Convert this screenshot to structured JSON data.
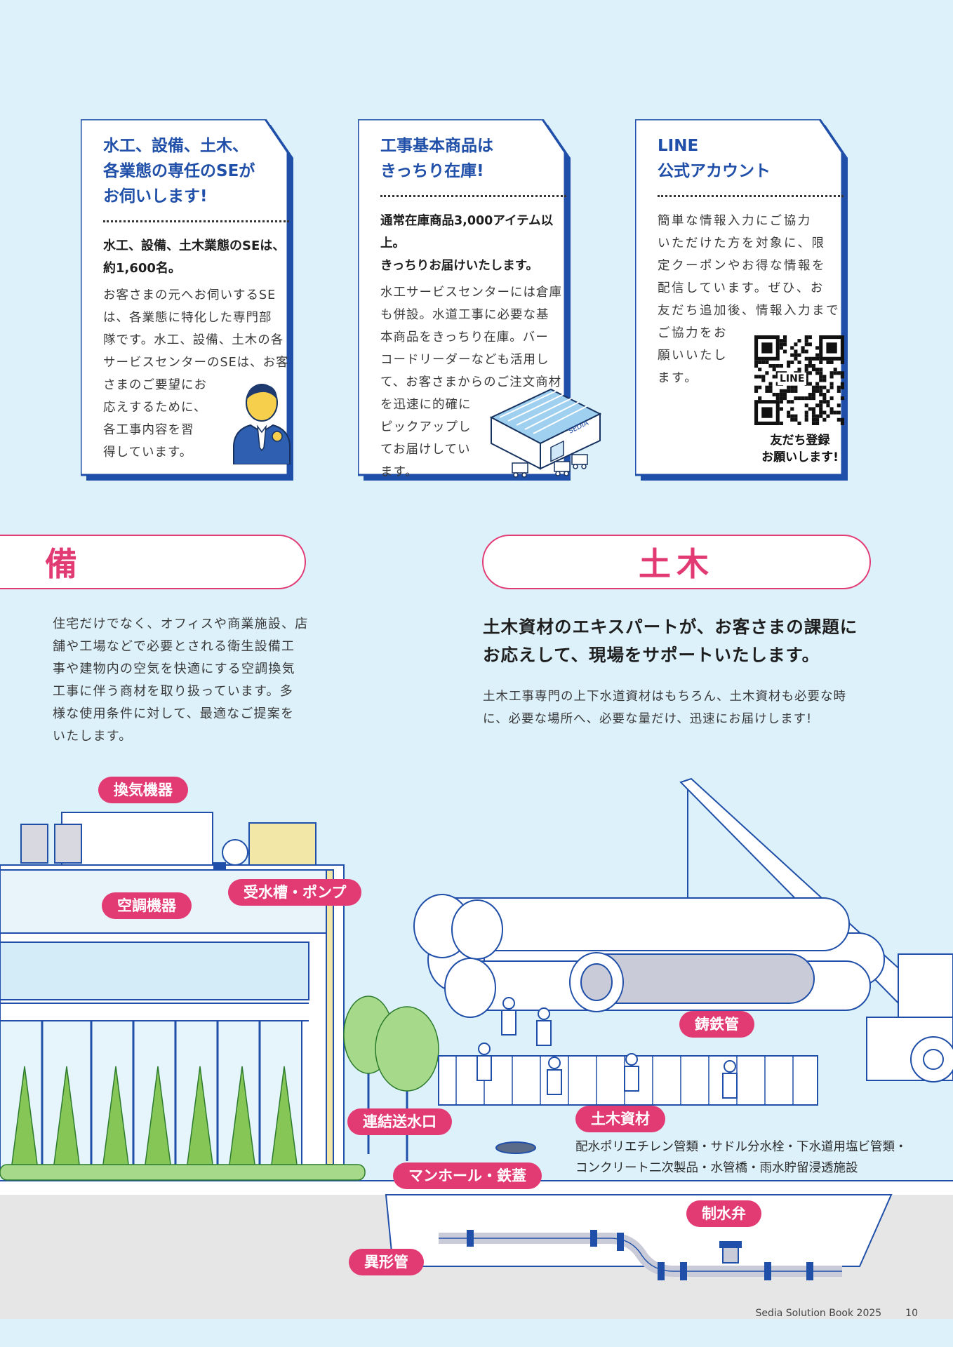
{
  "cards": [
    {
      "title": "水工、設備、土木、\n各業態の専任のSEが\nお伺いします!",
      "lead": "水工、設備、土木業態のSEは、\n約1,600名。",
      "text": "お客さまの元へお伺いするSE\nは、各業態に特化した専門部\n隊です。水工、設備、土木の各\nサービスセンターのSEは、お客\nさまのご要望にお\n応えするために、\n各工事内容を習\n得しています。",
      "illustration": "staff-icon"
    },
    {
      "title": "工事基本商品は\nきっちり在庫!",
      "lead": "通常在庫商品3,000アイテム以上。\nきっちりお届けいたします。",
      "text": "水工サービスセンターには倉庫\nも併設。水道工事に必要な基\n本商品をきっちり在庫。バー\nコードリーダーなども活用し\nて、お客さまからのご注文商材\nを迅速に的確に\nピックアップし\nてお届けしてい\nます。",
      "illustration": "warehouse-icon",
      "warehouse_sign": "SEDIA"
    },
    {
      "title": "LINE\n公式アカウント",
      "text": "簡単な情報入力にご協力\nいただけた方を対象に、限\n定クーポンやお得な情報を\n配信しています。ぜひ、お\n友だち追加後、情報入力まで\nご協力をお\n願いいたし\nます。",
      "qr_label": "LINE",
      "qr_caption": "友だち登録\nお願いします!",
      "illustration": "qr-code-icon"
    }
  ],
  "sections": {
    "setsubi": {
      "heading": "備",
      "text": "住宅だけでなく、オフィスや商業施設、店\n舗や工場などで必要とされる衛生設備工\n事や建物内の空気を快適にする空調換気\n工事に伴う商材を取り扱っています。多\n様な使用条件に対して、最適なご提案を\nいたします。"
    },
    "doboku": {
      "heading": "土木",
      "lead": "土木資材のエキスパートが、お客さまの課題に\nお応えして、現場をサポートいたします。",
      "text": "土木工事専門の上下水道資材はもちろん、土木資材も必要な時\nに、必要な場所へ、必要な量だけ、迅速にお届けします!"
    }
  },
  "tags": {
    "kanki": "換気機器",
    "kucho": "空調機器",
    "jusuiso": "受水槽・ポンプ",
    "renketsu": "連結送水口",
    "manhole": "マンホール・鉄蓋",
    "ikeikan": "異形管",
    "chutetsu": "鋳鉄管",
    "doboku_shizai": "土木資材",
    "seisuiben": "制水弁"
  },
  "doboku_list": "配水ポリエチレン管類・サドル分水栓・下水道用塩ビ管類・\nコンクリート二次製品・水管橋・雨水貯留浸透施設",
  "footer": {
    "book": "Sedia Solution Book 2025",
    "page": "10"
  },
  "colors": {
    "accent": "#e23b73",
    "navy": "#1f4fa8",
    "background": "#ddf1fb",
    "ground": "#e6e6e6"
  }
}
